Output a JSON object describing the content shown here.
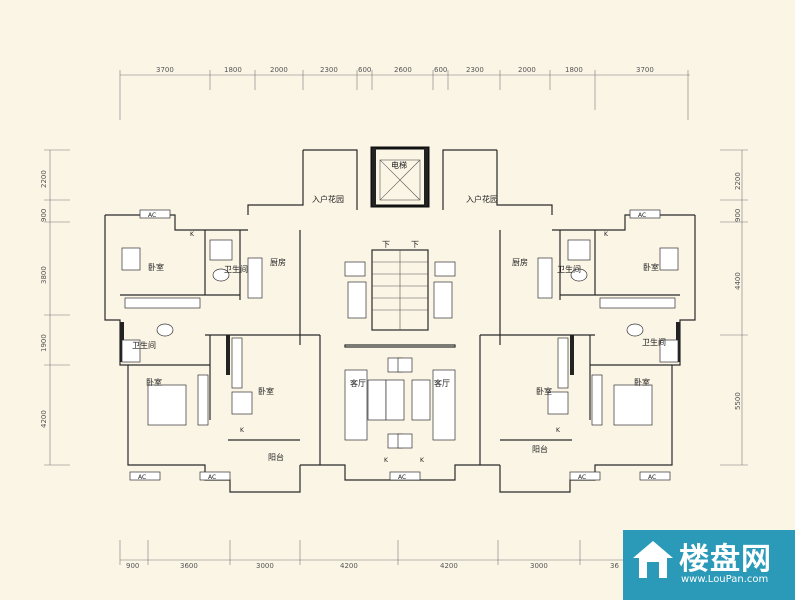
{
  "top_dims": [
    "3700",
    "1800",
    "2000",
    "2300",
    "600",
    "2600",
    "600",
    "2300",
    "2000",
    "1800",
    "3700"
  ],
  "bottom_dims": [
    "900",
    "3600",
    "3000",
    "4200",
    "4200",
    "3000",
    "36"
  ],
  "left_dims": [
    "2200",
    "900",
    "3800",
    "1900",
    "4200"
  ],
  "right_dims": [
    "2200",
    "900",
    "4400",
    "5500"
  ],
  "rooms": {
    "elevator": "电梯",
    "garden_left": "入户花园",
    "garden_right": "入户花园",
    "bedroom": "卧室",
    "bathroom": "卫生间",
    "kitchen": "厨房",
    "living": "客厅",
    "balcony": "阳台",
    "up": "下",
    "ac": "AC",
    "k": "K"
  },
  "badge": {
    "name": "楼盘网",
    "url": "www.LouPan.com"
  },
  "colors": {
    "background": "#fbf5e6",
    "badge": "#2a9ab8"
  }
}
